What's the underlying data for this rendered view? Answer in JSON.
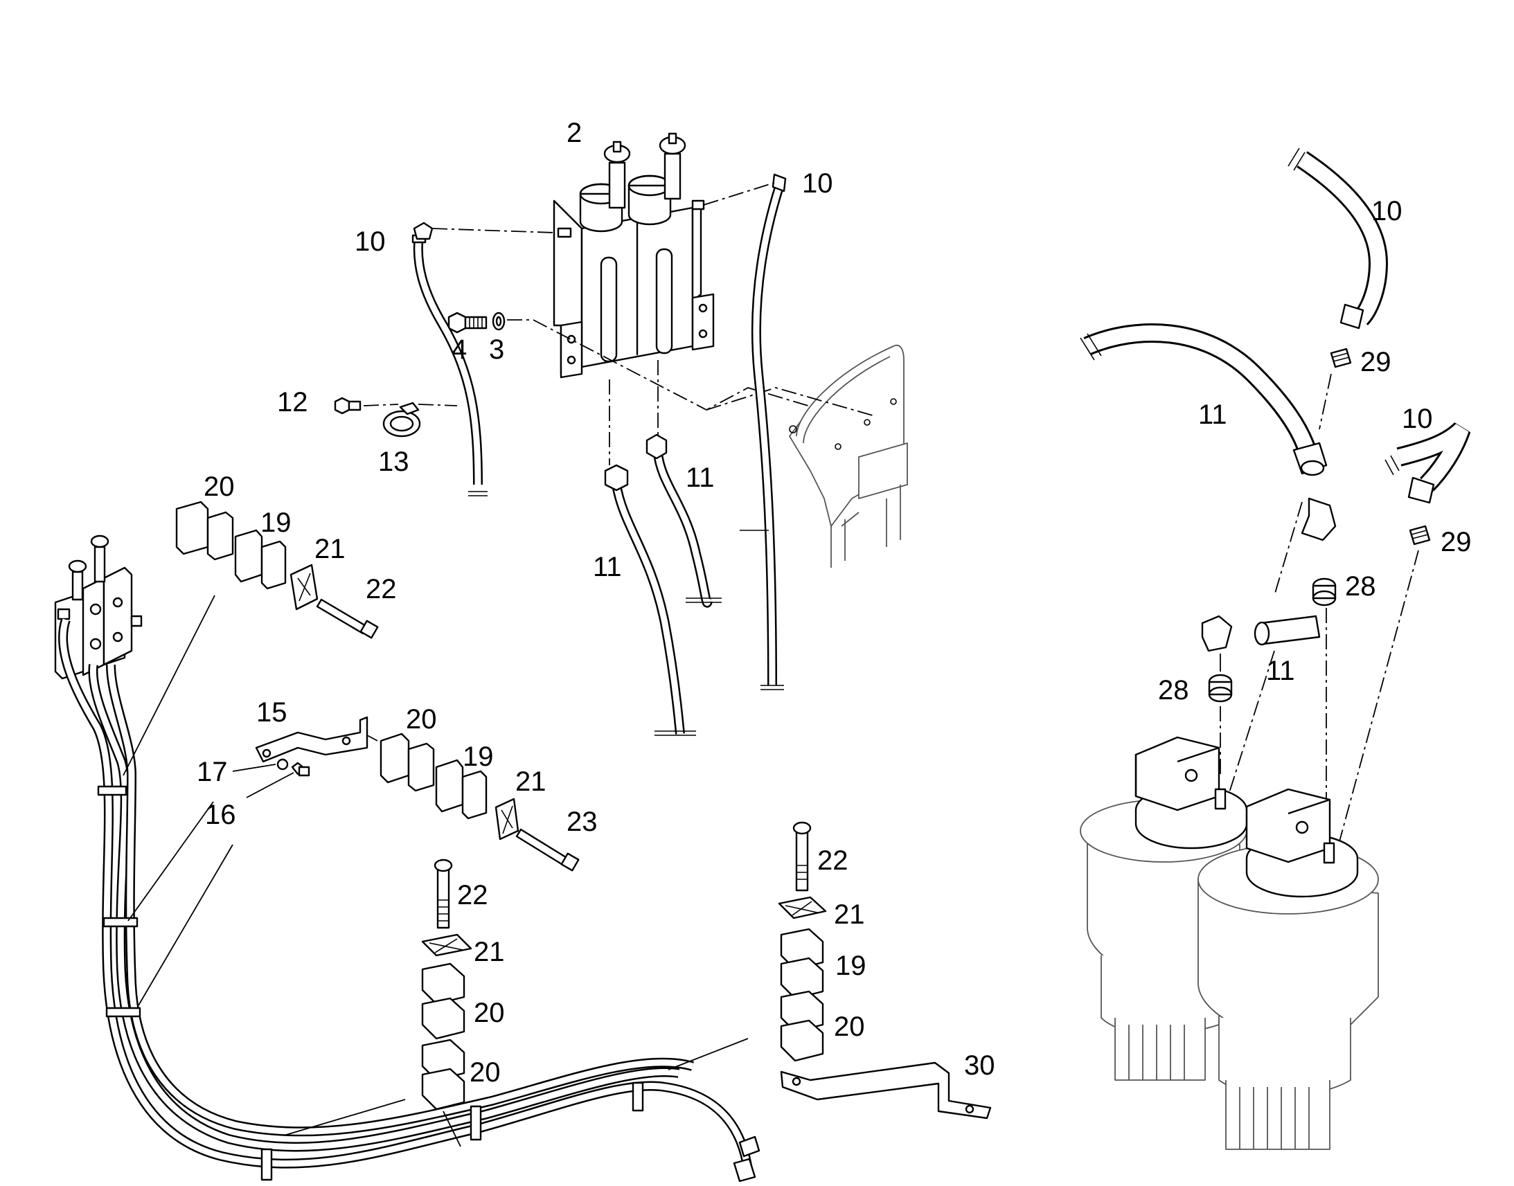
{
  "callouts": [
    {
      "id": "2",
      "text": "2"
    },
    {
      "id": "10a",
      "text": "10"
    },
    {
      "id": "10b",
      "text": "10"
    },
    {
      "id": "10c",
      "text": "10"
    },
    {
      "id": "10d",
      "text": "10"
    },
    {
      "id": "4",
      "text": "4"
    },
    {
      "id": "3",
      "text": "3"
    },
    {
      "id": "12",
      "text": "12"
    },
    {
      "id": "13",
      "text": "13"
    },
    {
      "id": "11a",
      "text": "11"
    },
    {
      "id": "11b",
      "text": "11"
    },
    {
      "id": "11c",
      "text": "11"
    },
    {
      "id": "11d",
      "text": "11"
    },
    {
      "id": "20a",
      "text": "20"
    },
    {
      "id": "19a",
      "text": "19"
    },
    {
      "id": "21a",
      "text": "21"
    },
    {
      "id": "22a",
      "text": "22"
    },
    {
      "id": "15",
      "text": "15"
    },
    {
      "id": "20b",
      "text": "20"
    },
    {
      "id": "19b",
      "text": "19"
    },
    {
      "id": "17",
      "text": "17"
    },
    {
      "id": "21b",
      "text": "21"
    },
    {
      "id": "16",
      "text": "16"
    },
    {
      "id": "23",
      "text": "23"
    },
    {
      "id": "22b",
      "text": "22"
    },
    {
      "id": "21c",
      "text": "21"
    },
    {
      "id": "20c",
      "text": "20"
    },
    {
      "id": "20d",
      "text": "20"
    },
    {
      "id": "22c",
      "text": "22"
    },
    {
      "id": "21d",
      "text": "21"
    },
    {
      "id": "19c",
      "text": "19"
    },
    {
      "id": "20e",
      "text": "20"
    },
    {
      "id": "30",
      "text": "30"
    },
    {
      "id": "29a",
      "text": "29"
    },
    {
      "id": "29b",
      "text": "29"
    },
    {
      "id": "28a",
      "text": "28"
    },
    {
      "id": "28b",
      "text": "28"
    }
  ]
}
